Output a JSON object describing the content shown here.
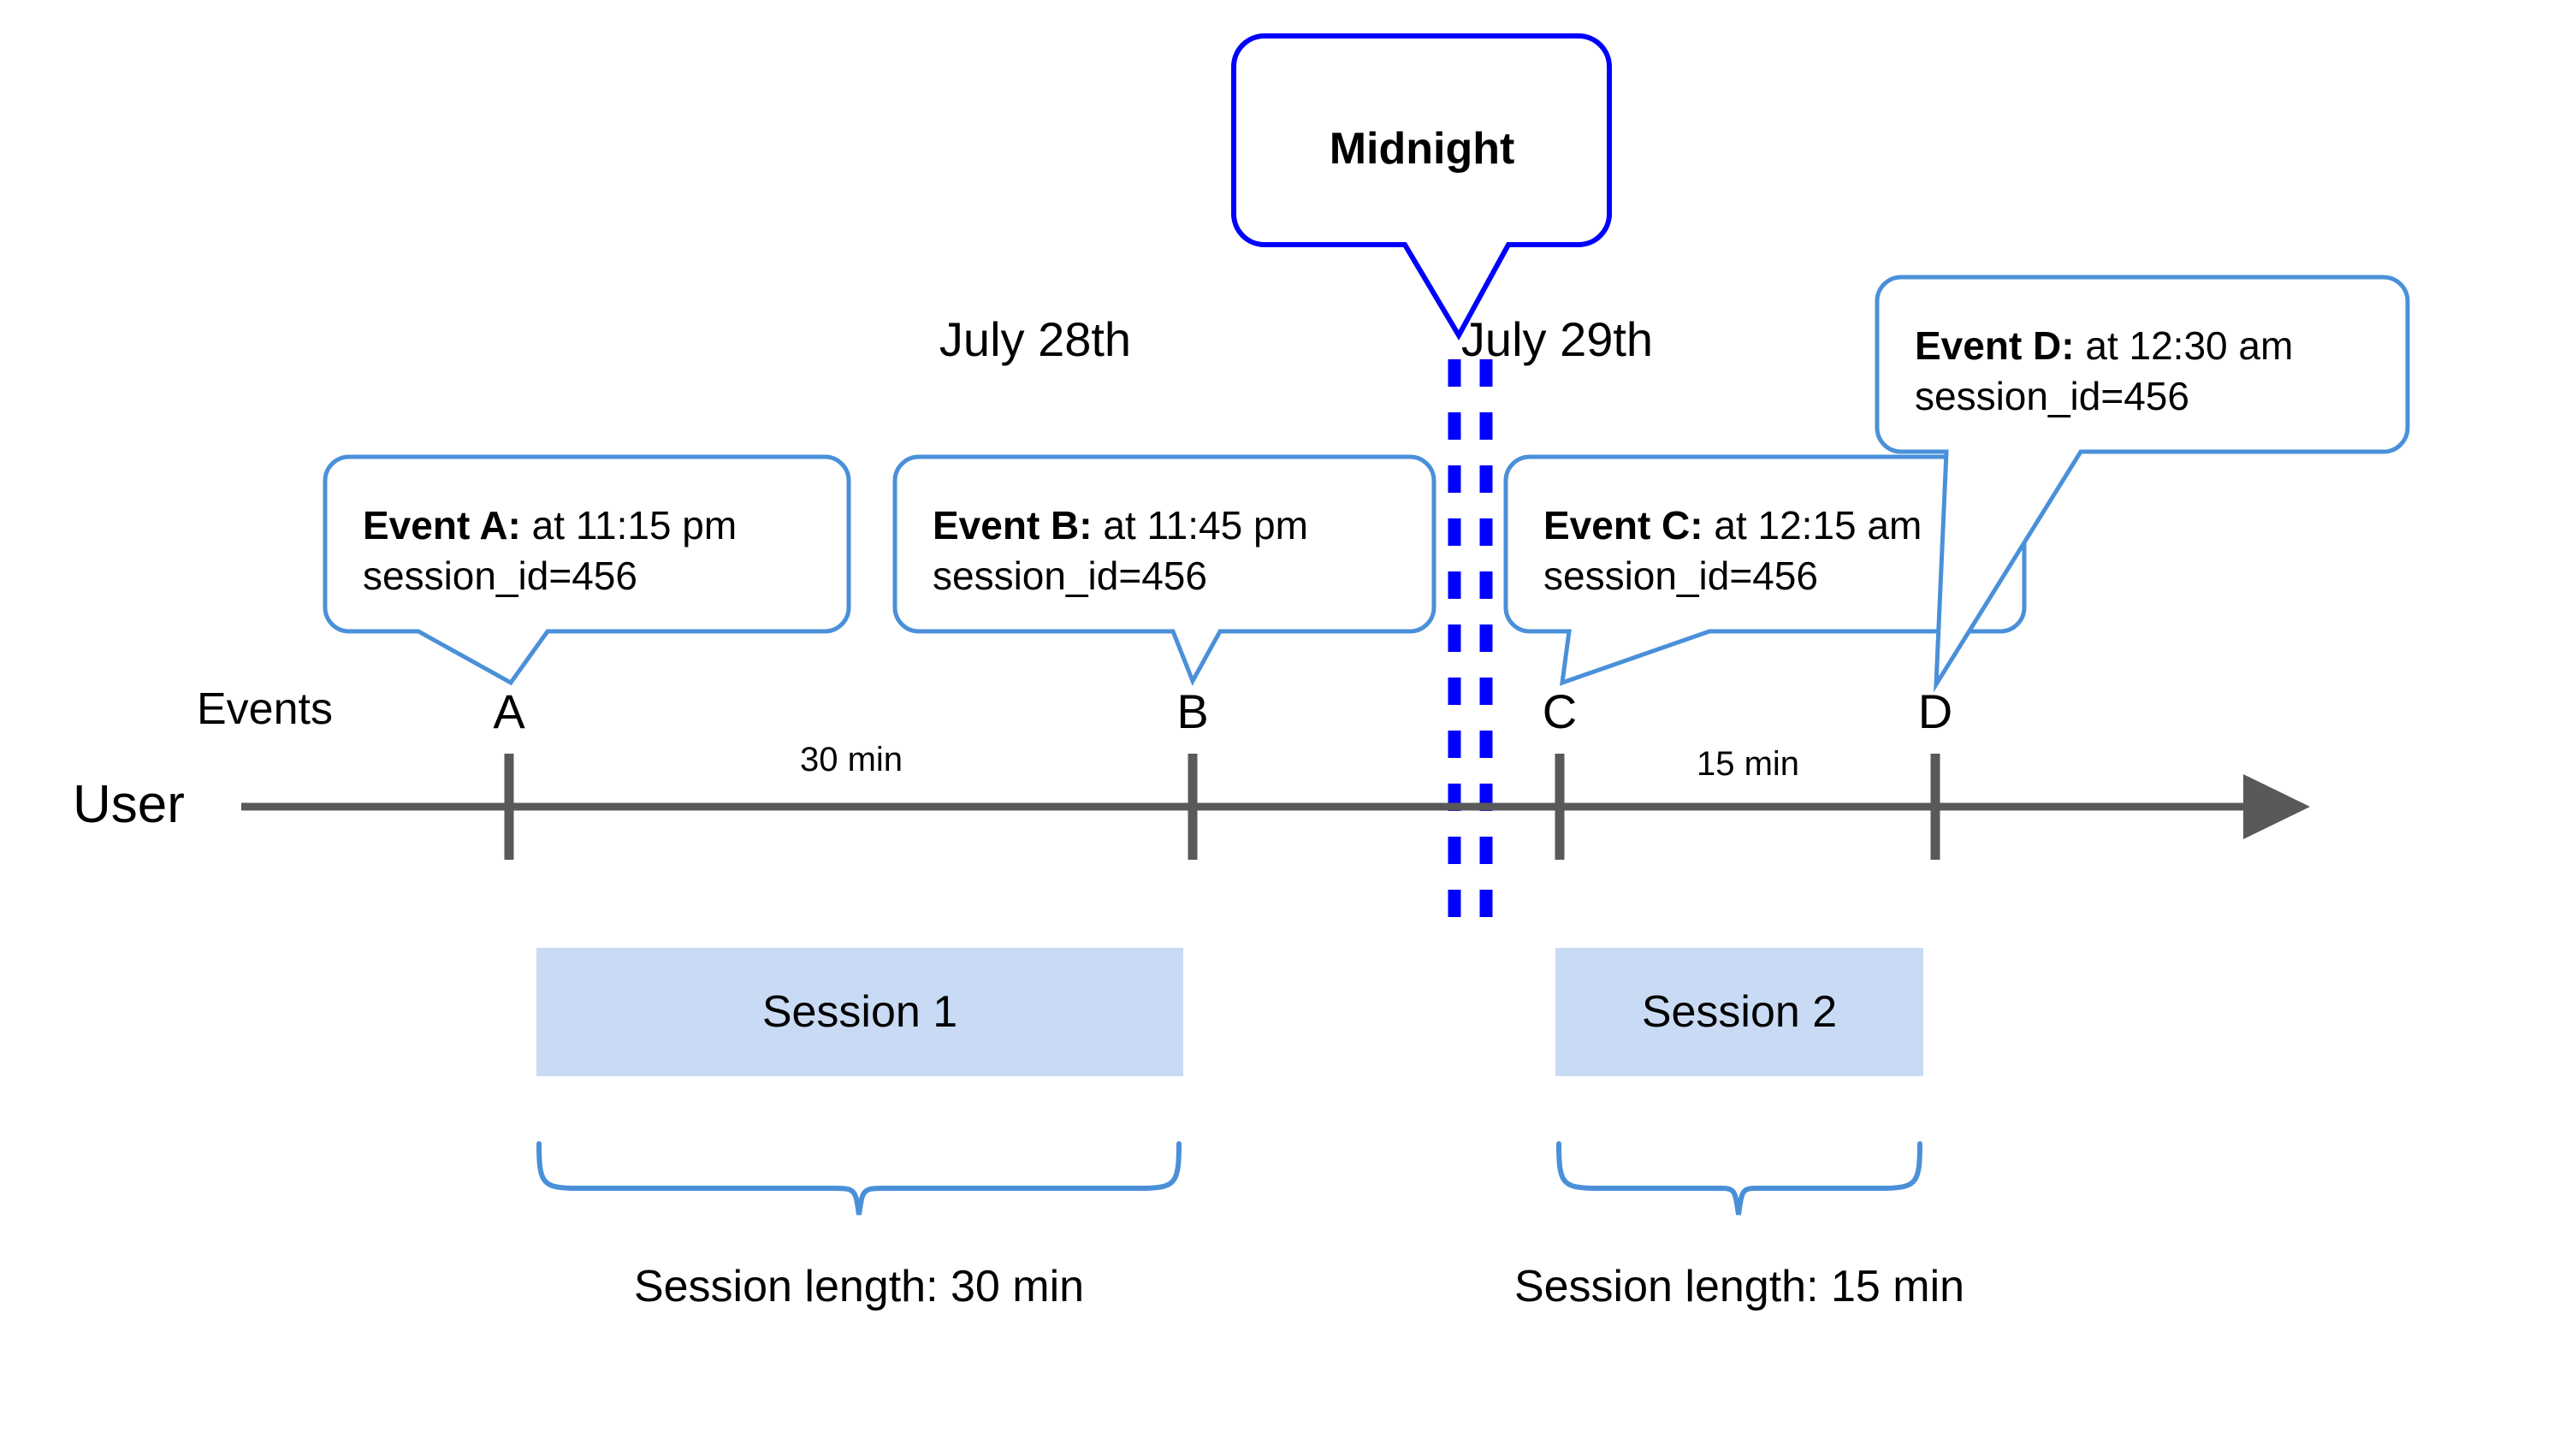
{
  "diagram": {
    "title_callout": {
      "label": "Midnight"
    },
    "dates": [
      {
        "id": "date-left",
        "label": "July 28th"
      },
      {
        "id": "date-right",
        "label": "July 29th"
      }
    ],
    "row_labels": {
      "events": "Events",
      "user": "User"
    },
    "events": [
      {
        "id": "A",
        "letter": "A",
        "title": "Event A:",
        "time": " at 11:15 pm",
        "attribute": "session_id=456"
      },
      {
        "id": "B",
        "letter": "B",
        "title": "Event B:",
        "time": " at 11:45 pm",
        "attribute": "session_id=456"
      },
      {
        "id": "C",
        "letter": "C",
        "title": "Event C:",
        "time": " at 12:15 am",
        "attribute": "session_id=456"
      },
      {
        "id": "D",
        "letter": "D",
        "title": "Event D:",
        "time": " at 12:30 am",
        "attribute": "session_id=456"
      }
    ],
    "intervals": [
      {
        "id": "interval-ab",
        "label": "30 min"
      },
      {
        "id": "interval-cd",
        "label": "15 min"
      }
    ],
    "sessions": [
      {
        "id": "session-1",
        "label": "Session 1",
        "length_label": "Session length: 30 min"
      },
      {
        "id": "session-2",
        "label": "Session 2",
        "length_label": "Session length: 15 min"
      }
    ],
    "colors": {
      "callout_border": "#4A90D9",
      "midnight_border": "#0000FF",
      "midnight_dash": "#0000FF",
      "axis": "#595959",
      "session_fill": "#C9DAF4",
      "brace": "#4A90D9",
      "text": "#000000",
      "background": "#FFFFFF"
    }
  }
}
